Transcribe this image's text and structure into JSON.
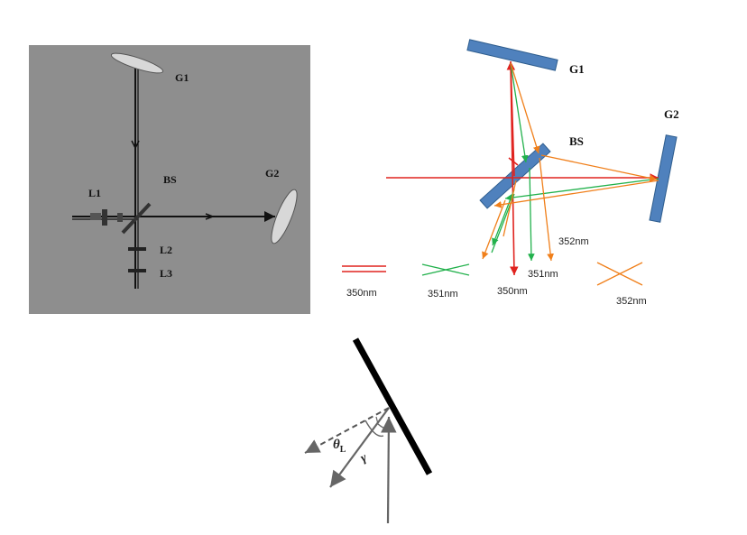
{
  "photo_panel": {
    "labels": {
      "g1": "G1",
      "g2": "G2",
      "bs": "BS",
      "l1": "L1",
      "l2": "L2",
      "l3": "L3"
    }
  },
  "ray_diagram": {
    "labels": {
      "g1": "G1",
      "g2": "G2",
      "bs": "BS"
    },
    "beam_labels": {
      "nm351_center": "351nm",
      "nm350_center": "350nm",
      "nm352_right": "352nm"
    },
    "legend": [
      {
        "label": "350nm",
        "color": "#e0231f",
        "pattern": "parallel"
      },
      {
        "label": "351nm",
        "color": "#22b14c",
        "pattern": "cross"
      },
      {
        "label": "352nm",
        "color": "#f07f1a",
        "pattern": "cross"
      }
    ],
    "colors": {
      "red": "#e0231f",
      "green": "#22b14c",
      "orange": "#f07f1a",
      "mirror": "#4f81bd"
    }
  },
  "angle_diagram": {
    "labels": {
      "theta": "θ",
      "theta_sub": "L",
      "gamma": "γ"
    }
  }
}
